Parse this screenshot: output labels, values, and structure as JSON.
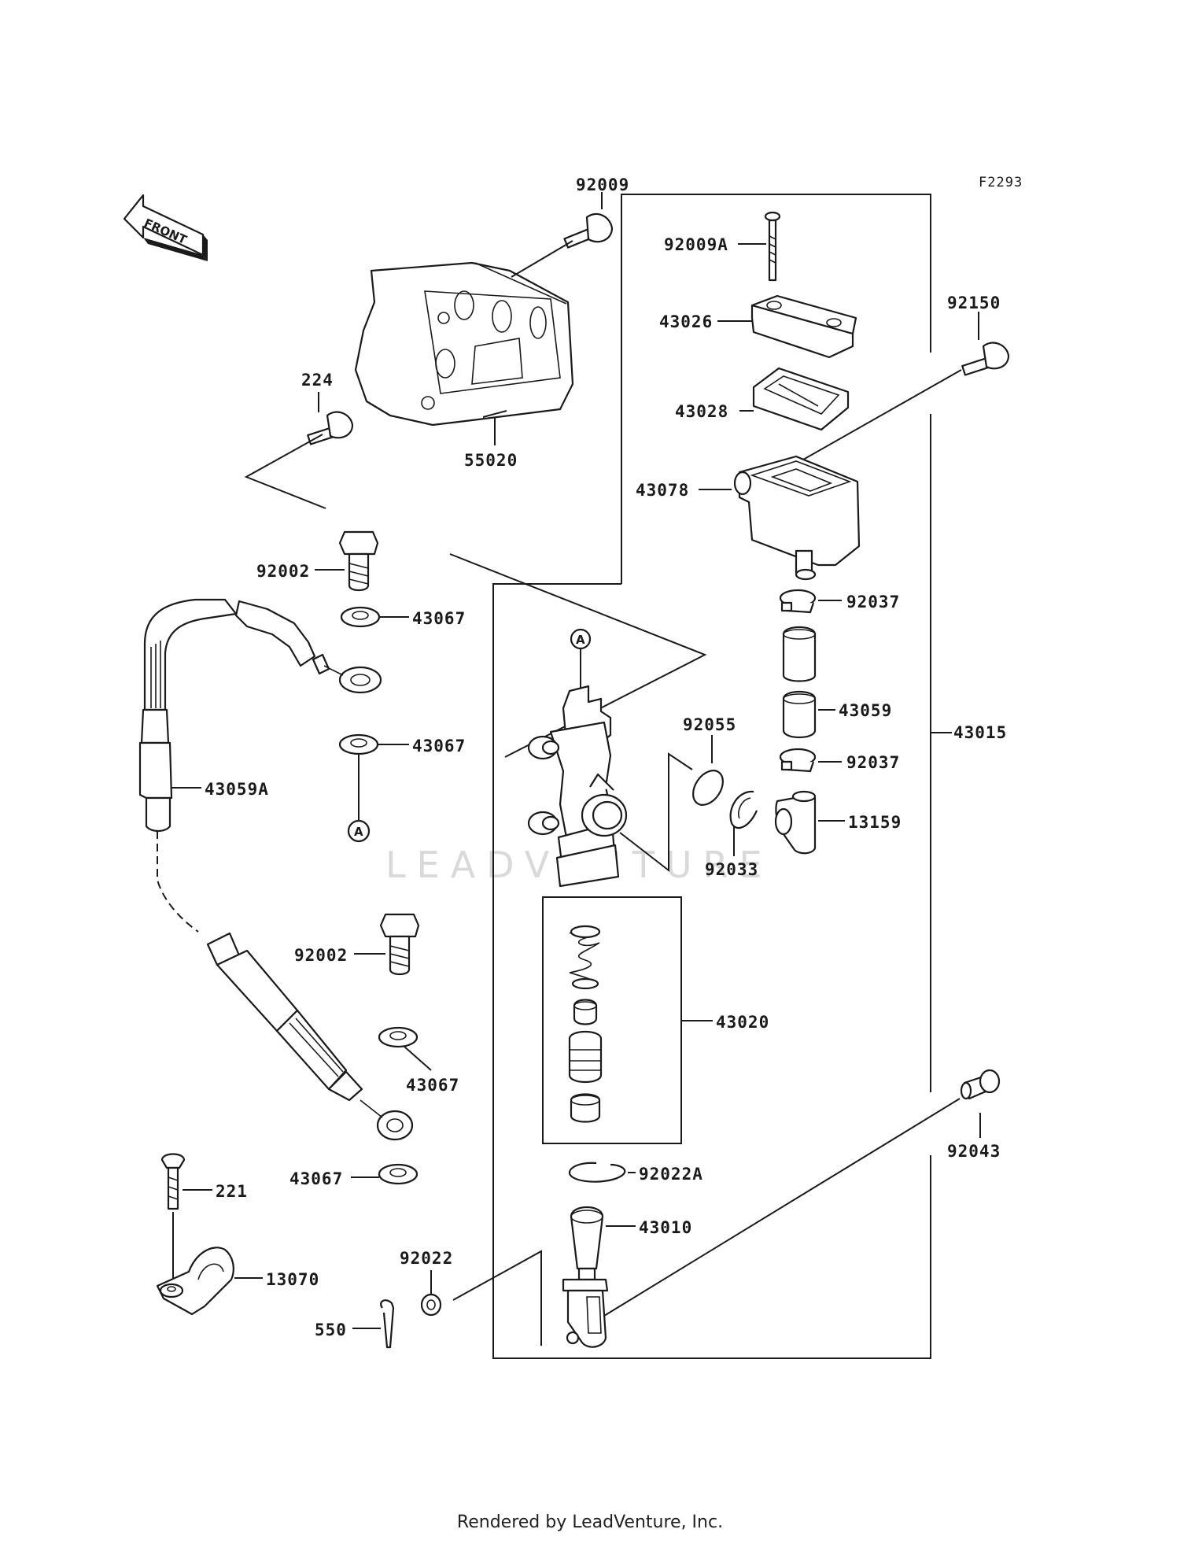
{
  "figure_code": "F2293",
  "front_label": "FRONT",
  "watermark": "LEADVENTURE",
  "footer": "Rendered by LeadVenture, Inc.",
  "ref_marker": "A",
  "labels": {
    "92009": "92009",
    "92009A": "92009A",
    "43026": "43026",
    "43028": "43028",
    "43078": "43078",
    "92150": "92150",
    "224": "224",
    "55020": "55020",
    "92002_top": "92002",
    "43067_a": "43067",
    "43067_b": "43067",
    "43059A": "43059A",
    "92002_bot": "92002",
    "43067_c": "43067",
    "43067_d": "43067",
    "221": "221",
    "13070": "13070",
    "550": "550",
    "92022": "92022",
    "92037_a": "92037",
    "43059": "43059",
    "92037_b": "92037",
    "13159": "13159",
    "43015": "43015",
    "92055": "92055",
    "92033": "92033",
    "43020": "43020",
    "92022A": "92022A",
    "43010": "43010",
    "92043": "92043"
  }
}
